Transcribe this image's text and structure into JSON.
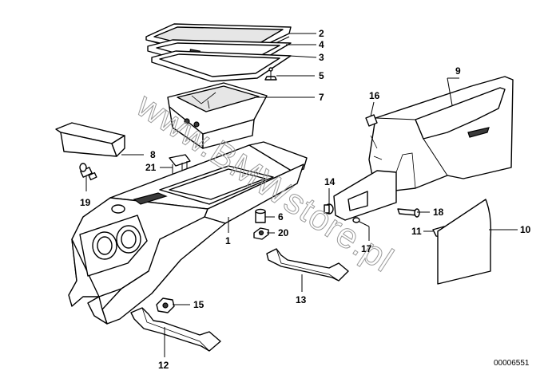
{
  "diagram": {
    "reference_number": "00006551",
    "watermark": "www.BMWstore.pl",
    "callouts": [
      {
        "id": "c1",
        "label": "1"
      },
      {
        "id": "c2",
        "label": "2"
      },
      {
        "id": "c3",
        "label": "3"
      },
      {
        "id": "c4",
        "label": "4"
      },
      {
        "id": "c5",
        "label": "5"
      },
      {
        "id": "c6",
        "label": "6"
      },
      {
        "id": "c7",
        "label": "7"
      },
      {
        "id": "c8",
        "label": "8"
      },
      {
        "id": "c9",
        "label": "9"
      },
      {
        "id": "c10",
        "label": "10"
      },
      {
        "id": "c11",
        "label": "11"
      },
      {
        "id": "c12",
        "label": "12"
      },
      {
        "id": "c13",
        "label": "13"
      },
      {
        "id": "c14",
        "label": "14"
      },
      {
        "id": "c15",
        "label": "15"
      },
      {
        "id": "c16",
        "label": "16"
      },
      {
        "id": "c17",
        "label": "17"
      },
      {
        "id": "c18",
        "label": "18"
      },
      {
        "id": "c19",
        "label": "19"
      },
      {
        "id": "c20",
        "label": "20"
      },
      {
        "id": "c21",
        "label": "21"
      }
    ]
  }
}
